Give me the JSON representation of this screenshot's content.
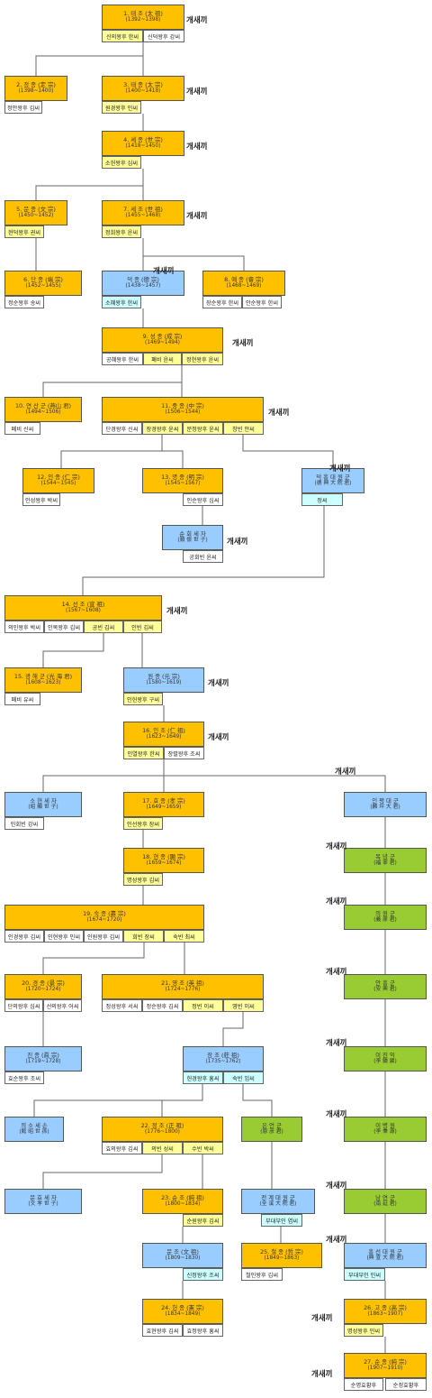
{
  "meme_label": "개새끼",
  "nodes": [
    {
      "id": "n1",
      "l1": "1. 태 조 (太 祖)",
      "l2": "(1392~1398)"
    },
    {
      "id": "n2",
      "l1": "2. 정 종 (定 宗)",
      "l2": "(1398~1400)"
    },
    {
      "id": "n3",
      "l1": "3. 태 종 (太 宗)",
      "l2": "(1400~1418)"
    },
    {
      "id": "n4",
      "l1": "4. 세 종 (世 宗)",
      "l2": "(1418~1450)"
    },
    {
      "id": "n5",
      "l1": "5. 문 종 (文 宗)",
      "l2": "(1450~1452)"
    },
    {
      "id": "n7",
      "l1": "7. 세 조 (世 祖)",
      "l2": "(1455~1468)"
    },
    {
      "id": "n6",
      "l1": "6. 단 종 (端 宗)",
      "l2": "(1452~1455)"
    },
    {
      "id": "dj",
      "l1": "덕 종 (德 宗)",
      "l2": "(1438~1457)"
    },
    {
      "id": "n8",
      "l1": "8. 예 종 (睿 宗)",
      "l2": "(1468~1469)"
    },
    {
      "id": "n9",
      "l1": "9. 성 종 (成 宗)",
      "l2": "(1469~1494)"
    },
    {
      "id": "n10",
      "l1": "10. 연 산 군 (燕山 君)",
      "l2": "(1494~1506)"
    },
    {
      "id": "n11",
      "l1": "11. 중 종 (中 宗)",
      "l2": "(1506~1544)"
    },
    {
      "id": "n12",
      "l1": "12. 인 종 (仁 宗)",
      "l2": "(1544~1545)"
    },
    {
      "id": "n13",
      "l1": "13. 명 종 (明 宗)",
      "l2": "(1545~1567)"
    },
    {
      "id": "dh",
      "l1": "덕 흥 대 원 군",
      "l2": "(德 興 大 院 君)"
    },
    {
      "id": "sh",
      "l1": "순 회 세 자",
      "l2": "(順 懷 世 子)"
    },
    {
      "id": "n14",
      "l1": "14. 선 조 (宣 祖)",
      "l2": "(1567~1608)"
    },
    {
      "id": "n15",
      "l1": "15. 광 해 군 (光 海 君)",
      "l2": "(1608~1623)"
    },
    {
      "id": "wj",
      "l1": "원 종 (元 宗)",
      "l2": "(1580~1619)"
    },
    {
      "id": "n16",
      "l1": "16. 인 조 (仁 祖)",
      "l2": "(1623~1649)"
    },
    {
      "id": "sohyeon",
      "l1": "소 현 세 자",
      "l2": "(昭 顯 世 子)"
    },
    {
      "id": "n17",
      "l1": "17. 효 종 (孝 宗)",
      "l2": "(1649~1659)"
    },
    {
      "id": "inpyeong",
      "l1": "인 평 대 군",
      "l2": "(麟 坪 大 君)"
    },
    {
      "id": "n18",
      "l1": "18. 현 종 (顯 宗)",
      "l2": "(1659~1674)"
    },
    {
      "id": "boknyeong",
      "l1": "복 녕 군",
      "l2": "(福 寧 君)"
    },
    {
      "id": "n19",
      "l1": "19. 숙 종 (肅 宗)",
      "l2": "(1674~1720)"
    },
    {
      "id": "uiwon",
      "l1": "의 원 군",
      "l2": "(義 原 君)"
    },
    {
      "id": "n20",
      "l1": "20. 경 종 (景 宗)",
      "l2": "(1720~1724)"
    },
    {
      "id": "n21",
      "l1": "21. 영 조 (英 祖)",
      "l2": "(1724~1776)"
    },
    {
      "id": "anheung",
      "l1": "안 흥 군",
      "l2": "(安 興 君)"
    },
    {
      "id": "jinjong",
      "l1": "진 종 (眞 宗)",
      "l2": "(1719~1728)"
    },
    {
      "id": "jangjo",
      "l1": "장 조 (莊 祖)",
      "l2": "(1735~1762)"
    },
    {
      "id": "jinik",
      "l1": "이 진 익",
      "l2": "(李 鎭 翼)"
    },
    {
      "id": "uiso",
      "l1": "의 소 세 손",
      "l2": "(懿 昭 世 孫)"
    },
    {
      "id": "n22",
      "l1": "22. 정 조 (正 祖)",
      "l2": "(1776~1800)"
    },
    {
      "id": "euneon",
      "l1": "은 언 군",
      "l2": "(恩 彦 君)"
    },
    {
      "id": "byeongwon",
      "l1": "이 병 원",
      "l2": "(李 秉 源)"
    },
    {
      "id": "munhyo",
      "l1": "문 효 세 자",
      "l2": "(文 孝 世 子)"
    },
    {
      "id": "n23",
      "l1": "23. 순 조 (純 祖)",
      "l2": "(1800~1834)"
    },
    {
      "id": "jeongye",
      "l1": "전 계 대 원 군",
      "l2": "(全 溪 大 院 君)"
    },
    {
      "id": "namyeon",
      "l1": "남 연 군",
      "l2": "(南 延 君)"
    },
    {
      "id": "munjo",
      "l1": "문 조 (文 祖)",
      "l2": "(1809~1830)"
    },
    {
      "id": "n25",
      "l1": "25. 철 종 (哲 宗)",
      "l2": "(1849~1863)"
    },
    {
      "id": "heungseon",
      "l1": "흥 선 대 원 군",
      "l2": "(興 宣 大 院 君)"
    },
    {
      "id": "n24",
      "l1": "24. 헌 종 (憲 宗)",
      "l2": "(1834~1849)"
    },
    {
      "id": "n26",
      "l1": "26. 고 종 (高 宗)",
      "l2": "(1863~1907)"
    },
    {
      "id": "n27",
      "l1": "27. 순 종 (純 宗)",
      "l2": "(1907~1910)"
    }
  ],
  "spouses": [
    "신의왕후 한씨",
    "신덕왕후 강씨",
    "정안왕후 김씨",
    "원경왕후 민씨",
    "소헌왕후 심씨",
    "현덕왕후 권씨",
    "정희왕후 윤씨",
    "정순왕후 송씨",
    "소혜왕후 한씨",
    "장순왕후 한씨",
    "안순왕후 한씨",
    "공혜왕후 한씨",
    "폐비 윤씨",
    "정현왕후 윤씨",
    "폐비 신씨",
    "단경왕후 신씨",
    "장경왕후 윤씨",
    "문정왕후 윤씨",
    "창빈 안씨",
    "인성왕후 박씨",
    "인순왕후 심씨",
    "정씨",
    "공회빈 윤씨",
    "의인왕후 박씨",
    "인목왕후 김씨",
    "공빈 김씨",
    "인빈 김씨",
    "폐비 유씨",
    "인헌왕후 구씨",
    "인열왕후 한씨",
    "장렬왕후 조씨",
    "민회빈 강씨",
    "인선왕후 장씨",
    "명성왕후 김씨",
    "인경왕후 김씨",
    "인현왕후 민씨",
    "인원왕후 김씨",
    "희빈 장씨",
    "숙빈 최씨",
    "단의왕후 심씨",
    "선의왕후 어씨",
    "정성왕후 서씨",
    "정순왕후 김씨",
    "정빈 이씨",
    "영빈 이씨",
    "효순왕후 조씨",
    "헌경왕후 홍씨",
    "숙빈 임씨",
    "효의왕후 김씨",
    "의빈 성씨",
    "수빈 박씨",
    "순원왕후 김씨",
    "부대부인 염씨",
    "신정왕후 조씨",
    "철인왕후 김씨",
    "부대부인 민씨",
    "효현왕후 김씨",
    "효정왕후 홍씨",
    "명성왕후 민씨",
    "순명효황후",
    "순정효황후"
  ]
}
